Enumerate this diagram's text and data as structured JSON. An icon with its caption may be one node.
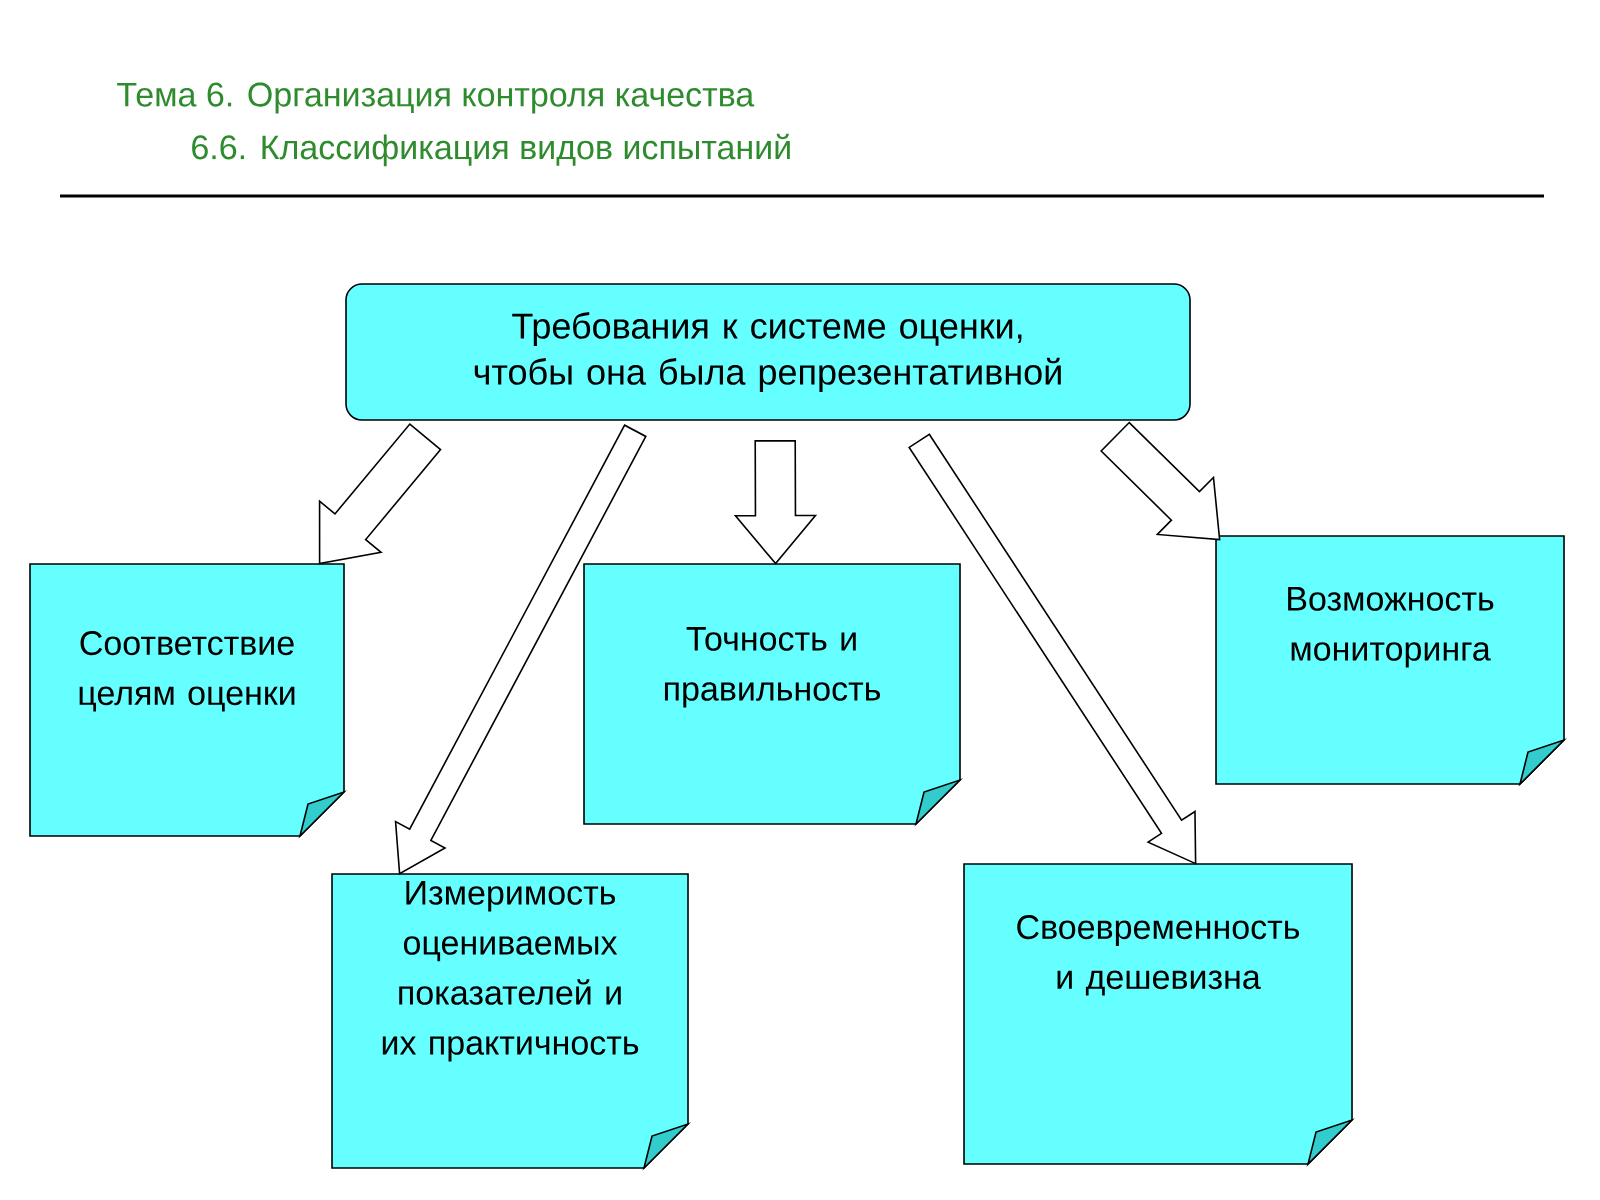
{
  "diagram": {
    "title": "Тема 6. Организация контроля качества",
    "nodes": [
      {
        "text": [
          "Требования к системе оценки, чтобы она была репрезентативной"
        ]
      },
      {
        "text": [
          "Соответствие целям оценки"
        ]
      },
      {
        "text": [
          "Точность и правильность"
        ]
      },
      {
        "text": [
          "Возможность мониторинга"
        ]
      },
      {
        "text": [
          "Измеримость оцениваемых показателей и их практичность"
        ]
      },
      {
        "text": [
          "Своевременность и дешевизна"
        ]
      }
    ],
    "edges": [
      {
        "from": 0,
        "to": 1,
        "arrow": "to"
      },
      {
        "from": 0,
        "to": 4,
        "arrow": "to"
      },
      {
        "from": 0,
        "to": 2,
        "arrow": "to"
      },
      {
        "from": 0,
        "to": 5,
        "arrow": "to"
      },
      {
        "from": 0,
        "to": 3,
        "arrow": "to"
      }
    ],
    "labels": [
      "6.6. Классификация видов испытаний"
    ]
  }
}
